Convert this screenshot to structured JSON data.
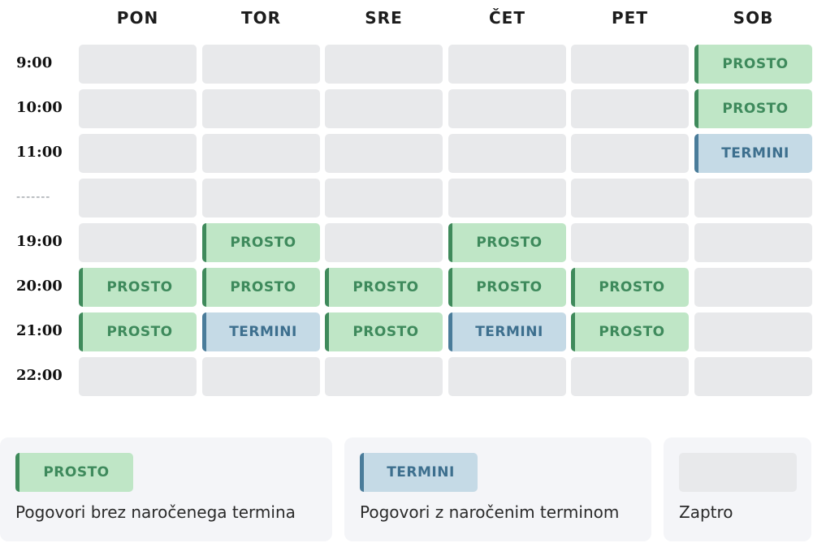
{
  "days": [
    "PON",
    "TOR",
    "SRE",
    "ČET",
    "PET",
    "SOB"
  ],
  "times": [
    "9:00",
    "10:00",
    "11:00",
    "-------",
    "19:00",
    "20:00",
    "21:00",
    "22:00"
  ],
  "status_labels": {
    "prosto": "PROSTO",
    "termini": "TERMINI"
  },
  "grid": [
    [
      "",
      "",
      "",
      "",
      "",
      "prosto"
    ],
    [
      "",
      "",
      "",
      "",
      "",
      "prosto"
    ],
    [
      "",
      "",
      "",
      "",
      "",
      "termini"
    ],
    [
      "",
      "",
      "",
      "",
      "",
      ""
    ],
    [
      "",
      "prosto",
      "",
      "prosto",
      "",
      ""
    ],
    [
      "prosto",
      "prosto",
      "prosto",
      "prosto",
      "prosto",
      ""
    ],
    [
      "prosto",
      "termini",
      "prosto",
      "termini",
      "prosto",
      ""
    ],
    [
      "",
      "",
      "",
      "",
      "",
      ""
    ]
  ],
  "legend": [
    {
      "type": "prosto",
      "swatch_label": "PROSTO",
      "description": "Pogovori brez naročenega termina"
    },
    {
      "type": "termini",
      "swatch_label": "TERMINI",
      "description": "Pogovori z naročenim terminom"
    },
    {
      "type": "closed",
      "swatch_label": "",
      "description": "Zaptro"
    }
  ],
  "colors": {
    "prosto_bg": "#bfe6c6",
    "prosto_accent": "#3f8a5b",
    "termini_bg": "#c5dae6",
    "termini_accent": "#4a7c9a",
    "empty_bg": "#e8e9eb",
    "legend_bg": "#f4f5f8"
  }
}
